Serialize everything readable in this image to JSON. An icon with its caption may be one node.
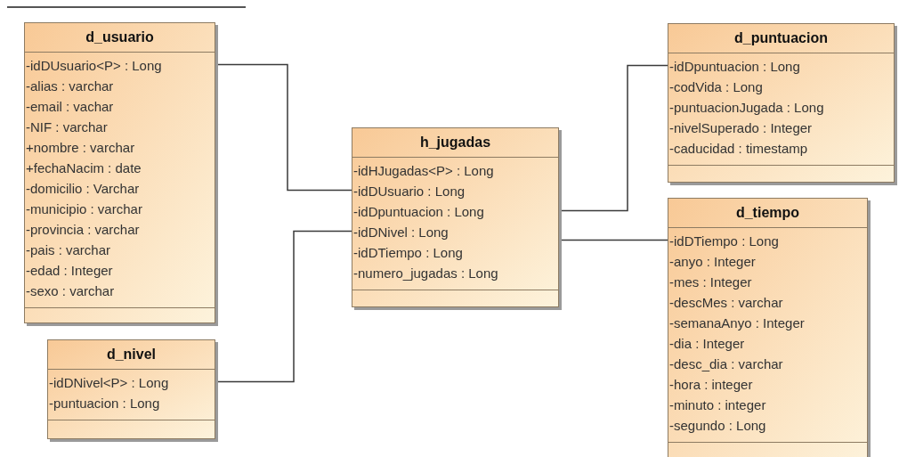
{
  "diagram": {
    "nodes": [
      {
        "text": [
          "d_usuario",
          "-idDUsuario<P> : Long",
          "-alias : varchar",
          "-email : vachar",
          "-NIF : varchar",
          "+nombre : varchar",
          "+fechaNacim : date",
          "-domicilio : Varchar",
          "-municipio : varchar",
          "-provincia : varchar",
          "-pais : varchar",
          "-edad : Integer",
          "-sexo : varchar"
        ]
      },
      {
        "text": [
          "d_puntuacion",
          "-idDpuntuacion : Long",
          "-codVida : Long",
          "-puntuacionJugada : Long",
          "-nivelSuperado : Integer",
          "-caducidad : timestamp"
        ]
      },
      {
        "text": [
          "h_jugadas",
          "-idHJugadas<P> : Long",
          "-idDUsuario : Long",
          "-idDpuntuacion : Long",
          "-idDNivel : Long",
          "-idDTiempo : Long",
          "-numero_jugadas : Long"
        ]
      },
      {
        "text": [
          "d_tiempo",
          "-idDTiempo : Long",
          "-anyo : Integer",
          "-mes : Integer",
          "-descMes : varchar",
          "-semanaAnyo : Integer",
          "-dia : Integer",
          "-desc_dia : varchar",
          "-hora : integer",
          "-minuto : integer",
          "-segundo : Long"
        ]
      },
      {
        "text": [
          "d_nivel",
          "-idDNivel<P> : Long",
          "-puntuacion : Long"
        ]
      }
    ],
    "edges": [
      {
        "from": 0,
        "to": 2,
        "arrow": "none"
      },
      {
        "from": 4,
        "to": 2,
        "arrow": "none"
      },
      {
        "from": 2,
        "to": 1,
        "arrow": "none"
      },
      {
        "from": 2,
        "to": 3,
        "arrow": "none"
      }
    ]
  }
}
